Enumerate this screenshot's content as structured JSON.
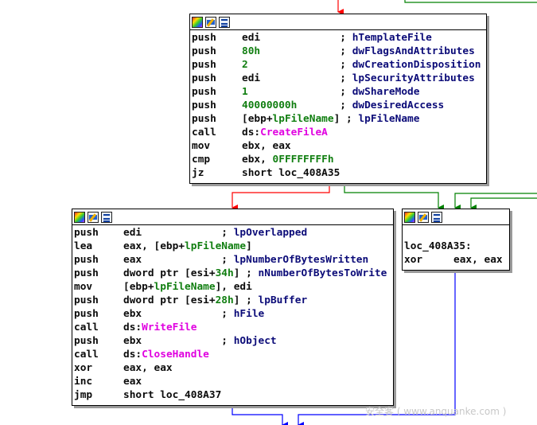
{
  "nodes": {
    "top": {
      "lines": [
        {
          "mn": "push",
          "ops": [
            {
              "t": "edi",
              "c": ""
            },
            {
              "t": "             ; ",
              "c": ""
            },
            {
              "t": "hTemplateFile",
              "c": "b"
            }
          ]
        },
        {
          "mn": "push",
          "ops": [
            {
              "t": "80h",
              "c": "g"
            },
            {
              "t": "             ; ",
              "c": ""
            },
            {
              "t": "dwFlagsAndAttributes",
              "c": "b"
            }
          ]
        },
        {
          "mn": "push",
          "ops": [
            {
              "t": "2",
              "c": "g"
            },
            {
              "t": "               ; ",
              "c": ""
            },
            {
              "t": "dwCreationDisposition",
              "c": "b"
            }
          ]
        },
        {
          "mn": "push",
          "ops": [
            {
              "t": "edi",
              "c": ""
            },
            {
              "t": "             ; ",
              "c": ""
            },
            {
              "t": "lpSecurityAttributes",
              "c": "b"
            }
          ]
        },
        {
          "mn": "push",
          "ops": [
            {
              "t": "1",
              "c": "g"
            },
            {
              "t": "               ; ",
              "c": ""
            },
            {
              "t": "dwShareMode",
              "c": "b"
            }
          ]
        },
        {
          "mn": "push",
          "ops": [
            {
              "t": "40000000h",
              "c": "g"
            },
            {
              "t": "       ; ",
              "c": ""
            },
            {
              "t": "dwDesiredAccess",
              "c": "b"
            }
          ]
        },
        {
          "mn": "push",
          "ops": [
            {
              "t": "[ebp+",
              "c": ""
            },
            {
              "t": "lpFileName",
              "c": "g"
            },
            {
              "t": "] ; ",
              "c": ""
            },
            {
              "t": "lpFileName",
              "c": "b"
            }
          ]
        },
        {
          "mn": "call",
          "ops": [
            {
              "t": "ds:",
              "c": ""
            },
            {
              "t": "CreateFileA",
              "c": "m"
            }
          ]
        },
        {
          "mn": "mov",
          "ops": [
            {
              "t": "ebx, eax",
              "c": ""
            }
          ]
        },
        {
          "mn": "cmp",
          "ops": [
            {
              "t": "ebx, ",
              "c": ""
            },
            {
              "t": "0FFFFFFFFh",
              "c": "g"
            }
          ]
        },
        {
          "mn": "jz",
          "ops": [
            {
              "t": "short loc_408A35",
              "c": ""
            }
          ]
        }
      ]
    },
    "right": {
      "label": "loc_408A35:",
      "lines": [
        {
          "mn": "xor",
          "ops": [
            {
              "t": "eax, eax",
              "c": ""
            }
          ]
        }
      ]
    },
    "bottom": {
      "lines": [
        {
          "mn": "push",
          "ops": [
            {
              "t": "edi",
              "c": ""
            },
            {
              "t": "             ; ",
              "c": ""
            },
            {
              "t": "lpOverlapped",
              "c": "b"
            }
          ]
        },
        {
          "mn": "lea",
          "ops": [
            {
              "t": "eax, [ebp+",
              "c": ""
            },
            {
              "t": "lpFileName",
              "c": "g"
            },
            {
              "t": "]",
              "c": ""
            }
          ]
        },
        {
          "mn": "push",
          "ops": [
            {
              "t": "eax",
              "c": ""
            },
            {
              "t": "             ; ",
              "c": ""
            },
            {
              "t": "lpNumberOfBytesWritten",
              "c": "b"
            }
          ]
        },
        {
          "mn": "push",
          "ops": [
            {
              "t": "dword ptr [esi+",
              "c": ""
            },
            {
              "t": "34h",
              "c": "g"
            },
            {
              "t": "] ; ",
              "c": ""
            },
            {
              "t": "nNumberOfBytesToWrite",
              "c": "b"
            }
          ]
        },
        {
          "mn": "mov",
          "ops": [
            {
              "t": "[ebp+",
              "c": ""
            },
            {
              "t": "lpFileName",
              "c": "g"
            },
            {
              "t": "], edi",
              "c": ""
            }
          ]
        },
        {
          "mn": "push",
          "ops": [
            {
              "t": "dword ptr [esi+",
              "c": ""
            },
            {
              "t": "28h",
              "c": "g"
            },
            {
              "t": "] ; ",
              "c": ""
            },
            {
              "t": "lpBuffer",
              "c": "b"
            }
          ]
        },
        {
          "mn": "push",
          "ops": [
            {
              "t": "ebx",
              "c": ""
            },
            {
              "t": "             ; ",
              "c": ""
            },
            {
              "t": "hFile",
              "c": "b"
            }
          ]
        },
        {
          "mn": "call",
          "ops": [
            {
              "t": "ds:",
              "c": ""
            },
            {
              "t": "WriteFile",
              "c": "m"
            }
          ]
        },
        {
          "mn": "push",
          "ops": [
            {
              "t": "ebx",
              "c": ""
            },
            {
              "t": "             ; ",
              "c": ""
            },
            {
              "t": "hObject",
              "c": "b"
            }
          ]
        },
        {
          "mn": "call",
          "ops": [
            {
              "t": "ds:",
              "c": ""
            },
            {
              "t": "CloseHandle",
              "c": "m"
            }
          ]
        },
        {
          "mn": "xor",
          "ops": [
            {
              "t": "eax, eax",
              "c": ""
            }
          ]
        },
        {
          "mn": "inc",
          "ops": [
            {
              "t": "eax",
              "c": ""
            }
          ]
        },
        {
          "mn": "jmp",
          "ops": [
            {
              "t": "short loc_408A37",
              "c": ""
            }
          ]
        }
      ]
    }
  },
  "header_icons": [
    "node-color-icon",
    "rename-icon",
    "graph-view-icon"
  ],
  "edge_colors": {
    "false_branch": "#ff0000",
    "true_branch": "#008000",
    "unconditional": "#0000ff"
  },
  "watermark": "安全客 ( www.anquanke.com )"
}
